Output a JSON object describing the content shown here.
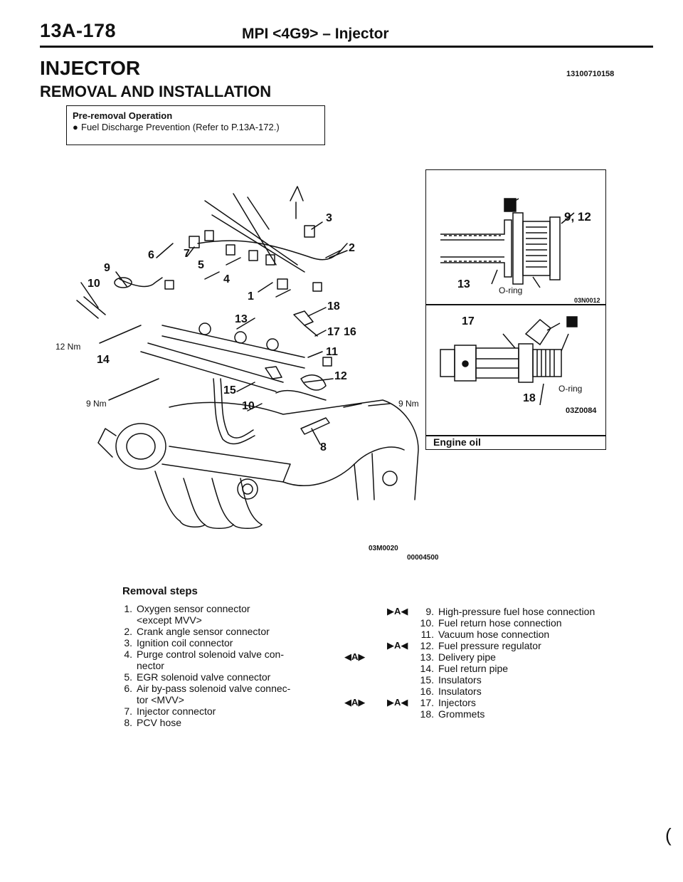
{
  "header": {
    "page_number": "13A-178",
    "title": "MPI <4G9> – Injector"
  },
  "section_title": "INJECTOR",
  "subsection_title": "REMOVAL AND INSTALLATION",
  "doc_code": "13100710158",
  "pre_removal": {
    "title": "Pre-removal Operation",
    "item": "Fuel Discharge Prevention (Refer to P.13A-172.)"
  },
  "main_figure": {
    "labels": {
      "l1": "1",
      "l2": "2",
      "l3": "3",
      "l4": "4",
      "l5": "5",
      "l6": "6",
      "l7": "7",
      "l8": "8",
      "l9": "9",
      "l10a": "10",
      "l10b": "10",
      "l11": "11",
      "l12": "12",
      "l13": "13",
      "l14": "14",
      "l15": "15",
      "l16": "16",
      "l17": "17",
      "l18": "18",
      "torque12": "12 Nm",
      "torque9a": "9 Nm",
      "torque9b": "9 Nm"
    },
    "codes": {
      "code_a": "03M0020",
      "code_b": "00004500"
    }
  },
  "detail": {
    "top": {
      "label_a": "9, 12",
      "label_b": "13",
      "oring": "O-ring",
      "code": "03N0012"
    },
    "bottom": {
      "label_a": "17",
      "label_b": "18",
      "oring": "O-ring",
      "code": "03Z0084"
    },
    "engine_oil": "Engine oil"
  },
  "removal": {
    "title": "Removal steps",
    "steps_left": [
      {
        "n": "1.",
        "text": "Oxygen sensor connector",
        "cont": "<except MVV>"
      },
      {
        "n": "2.",
        "text": "Crank angle sensor connector"
      },
      {
        "n": "3.",
        "text": "Ignition coil connector"
      },
      {
        "n": "4.",
        "text": "Purge control solenoid valve con-",
        "cont": "nector"
      },
      {
        "n": "5.",
        "text": "EGR solenoid valve connector"
      },
      {
        "n": "6.",
        "text": "Air by-pass solenoid valve connec-",
        "cont": "tor <MVV>"
      },
      {
        "n": "7.",
        "text": "Injector connector"
      },
      {
        "n": "8.",
        "text": "PCV hose"
      }
    ],
    "steps_right": [
      {
        "n": "9.",
        "text": "High-pressure fuel hose connection"
      },
      {
        "n": "10.",
        "text": "Fuel return hose connection"
      },
      {
        "n": "11.",
        "text": "Vacuum hose connection"
      },
      {
        "n": "12.",
        "text": "Fuel pressure regulator"
      },
      {
        "n": "13.",
        "text": "Delivery pipe"
      },
      {
        "n": "14.",
        "text": "Fuel return pipe"
      },
      {
        "n": "15.",
        "text": "Insulators"
      },
      {
        "n": "16.",
        "text": "Insulators"
      },
      {
        "n": "17.",
        "text": "Injectors"
      },
      {
        "n": "18.",
        "text": "Grommets"
      }
    ],
    "marks": {
      "ma": "A",
      "mb": "A"
    }
  },
  "footer_mark": "("
}
